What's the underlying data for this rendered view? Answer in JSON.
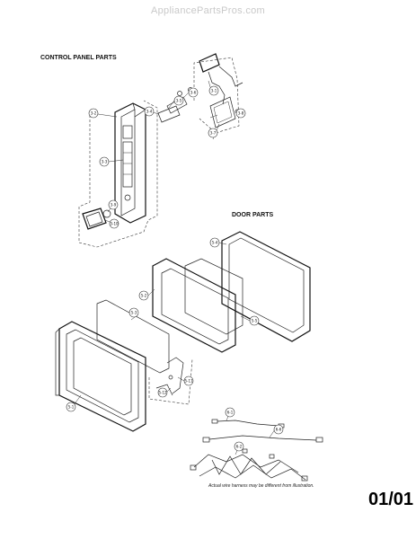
{
  "watermark": "AppliancePartsPros.com",
  "sections": {
    "control_panel": "CONTROL PANEL PARTS",
    "door": "DOOR PARTS"
  },
  "note": "Actual wire harness may be different from illustration.",
  "page_number": "01/01",
  "callouts": [
    "3-2",
    "3-3",
    "3-4",
    "3-5",
    "3-6",
    "3-7",
    "3-1",
    "3-8",
    "3-9",
    "3-10",
    "5-4",
    "5-2",
    "5-3",
    "5-5",
    "5-1",
    "5-11",
    "5-12",
    "6-1",
    "6-6",
    "6-2"
  ]
}
